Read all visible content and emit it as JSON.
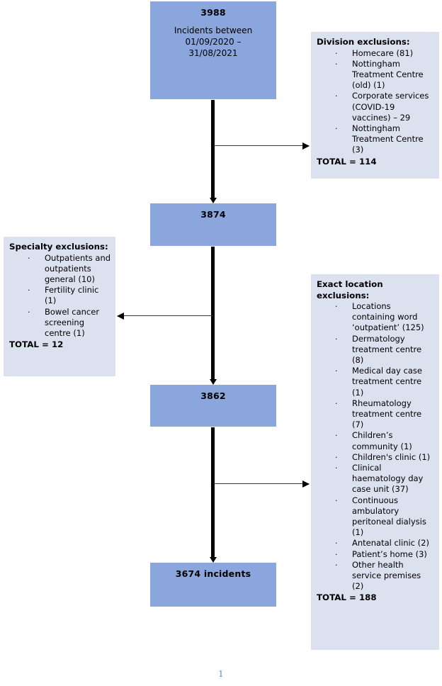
{
  "document": {
    "type": "flow-diagram",
    "page_number": "1"
  },
  "colors": {
    "flow_box_fill": "#8AA6DC",
    "exclusion_box_fill": "#DCE1F0",
    "connector": "#000000",
    "page_number": "#6A87C4"
  },
  "flow_boxes": [
    {
      "id": "start",
      "title": "3988",
      "subtitle": "Incidents between 01/09/2020 – 31/08/2021"
    },
    {
      "id": "after-division",
      "title": "3874",
      "subtitle": ""
    },
    {
      "id": "after-specialty",
      "title": "3862",
      "subtitle": ""
    },
    {
      "id": "final",
      "title": "3674 incidents",
      "subtitle": ""
    }
  ],
  "exclusions": [
    {
      "id": "division",
      "heading": "Division exclusions:",
      "items": [
        "Homecare (81)",
        "Nottingham Treatment Centre (old) (1)",
        "Corporate services (COVID-19 vaccines) – 29",
        "Nottingham Treatment Centre (3)"
      ],
      "total": "TOTAL = 114"
    },
    {
      "id": "specialty",
      "heading": "Specialty exclusions:",
      "items": [
        "Outpatients and outpatients general (10)",
        "Fertility clinic (1)",
        "Bowel cancer screening centre (1)"
      ],
      "total": "TOTAL = 12"
    },
    {
      "id": "location",
      "heading": "Exact location exclusions:",
      "items": [
        "Locations containing word ‘outpatient’ (125)",
        "Dermatology treatment centre (8)",
        "Medical day case treatment centre (1)",
        "Rheumatology treatment centre (7)",
        "Children’s community (1)",
        "Children's clinic (1)",
        "Clinical haematology day case unit (37)",
        "Continuous ambulatory peritoneal dialysis (1)",
        "Antenatal clinic (2)",
        "Patient’s home (3)",
        "Other health service premises (2)"
      ],
      "total": "TOTAL = 188"
    }
  ],
  "bullet_glyph": "·"
}
